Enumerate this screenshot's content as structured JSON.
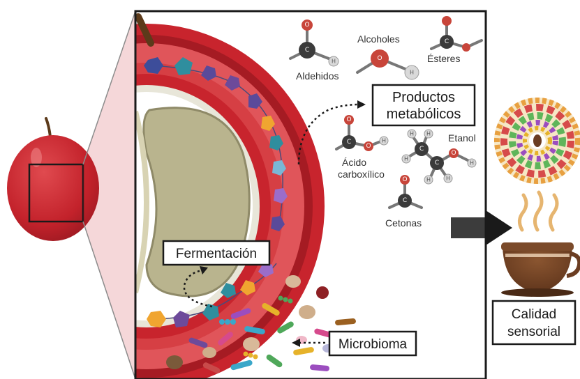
{
  "labels": {
    "aldehidos": "Aldehidos",
    "alcoholes": "Alcoholes",
    "esteres": "Ésteres",
    "productos_line1": "Productos",
    "productos_line2": "metabólicos",
    "etanol": "Etanol",
    "acido_line1": "Ácido",
    "acido_line2": "carboxílico",
    "cetonas": "Cetonas",
    "fermentacion": "Fermentación",
    "microbioma": "Microbioma",
    "calidad_line1": "Calidad",
    "calidad_line2": "sensorial"
  },
  "atoms": {
    "carbon": "C",
    "oxygen": "O",
    "hydrogen": "H"
  },
  "colors": {
    "fruit_red": "#c8242d",
    "pulp_red": "#e0555a",
    "seed": "#b9b48e",
    "cup_brown": "#6b3d22",
    "oxygen_red": "#c8453a",
    "carbon_gray": "#3b3b3b",
    "frame": "#1a1a1a"
  }
}
